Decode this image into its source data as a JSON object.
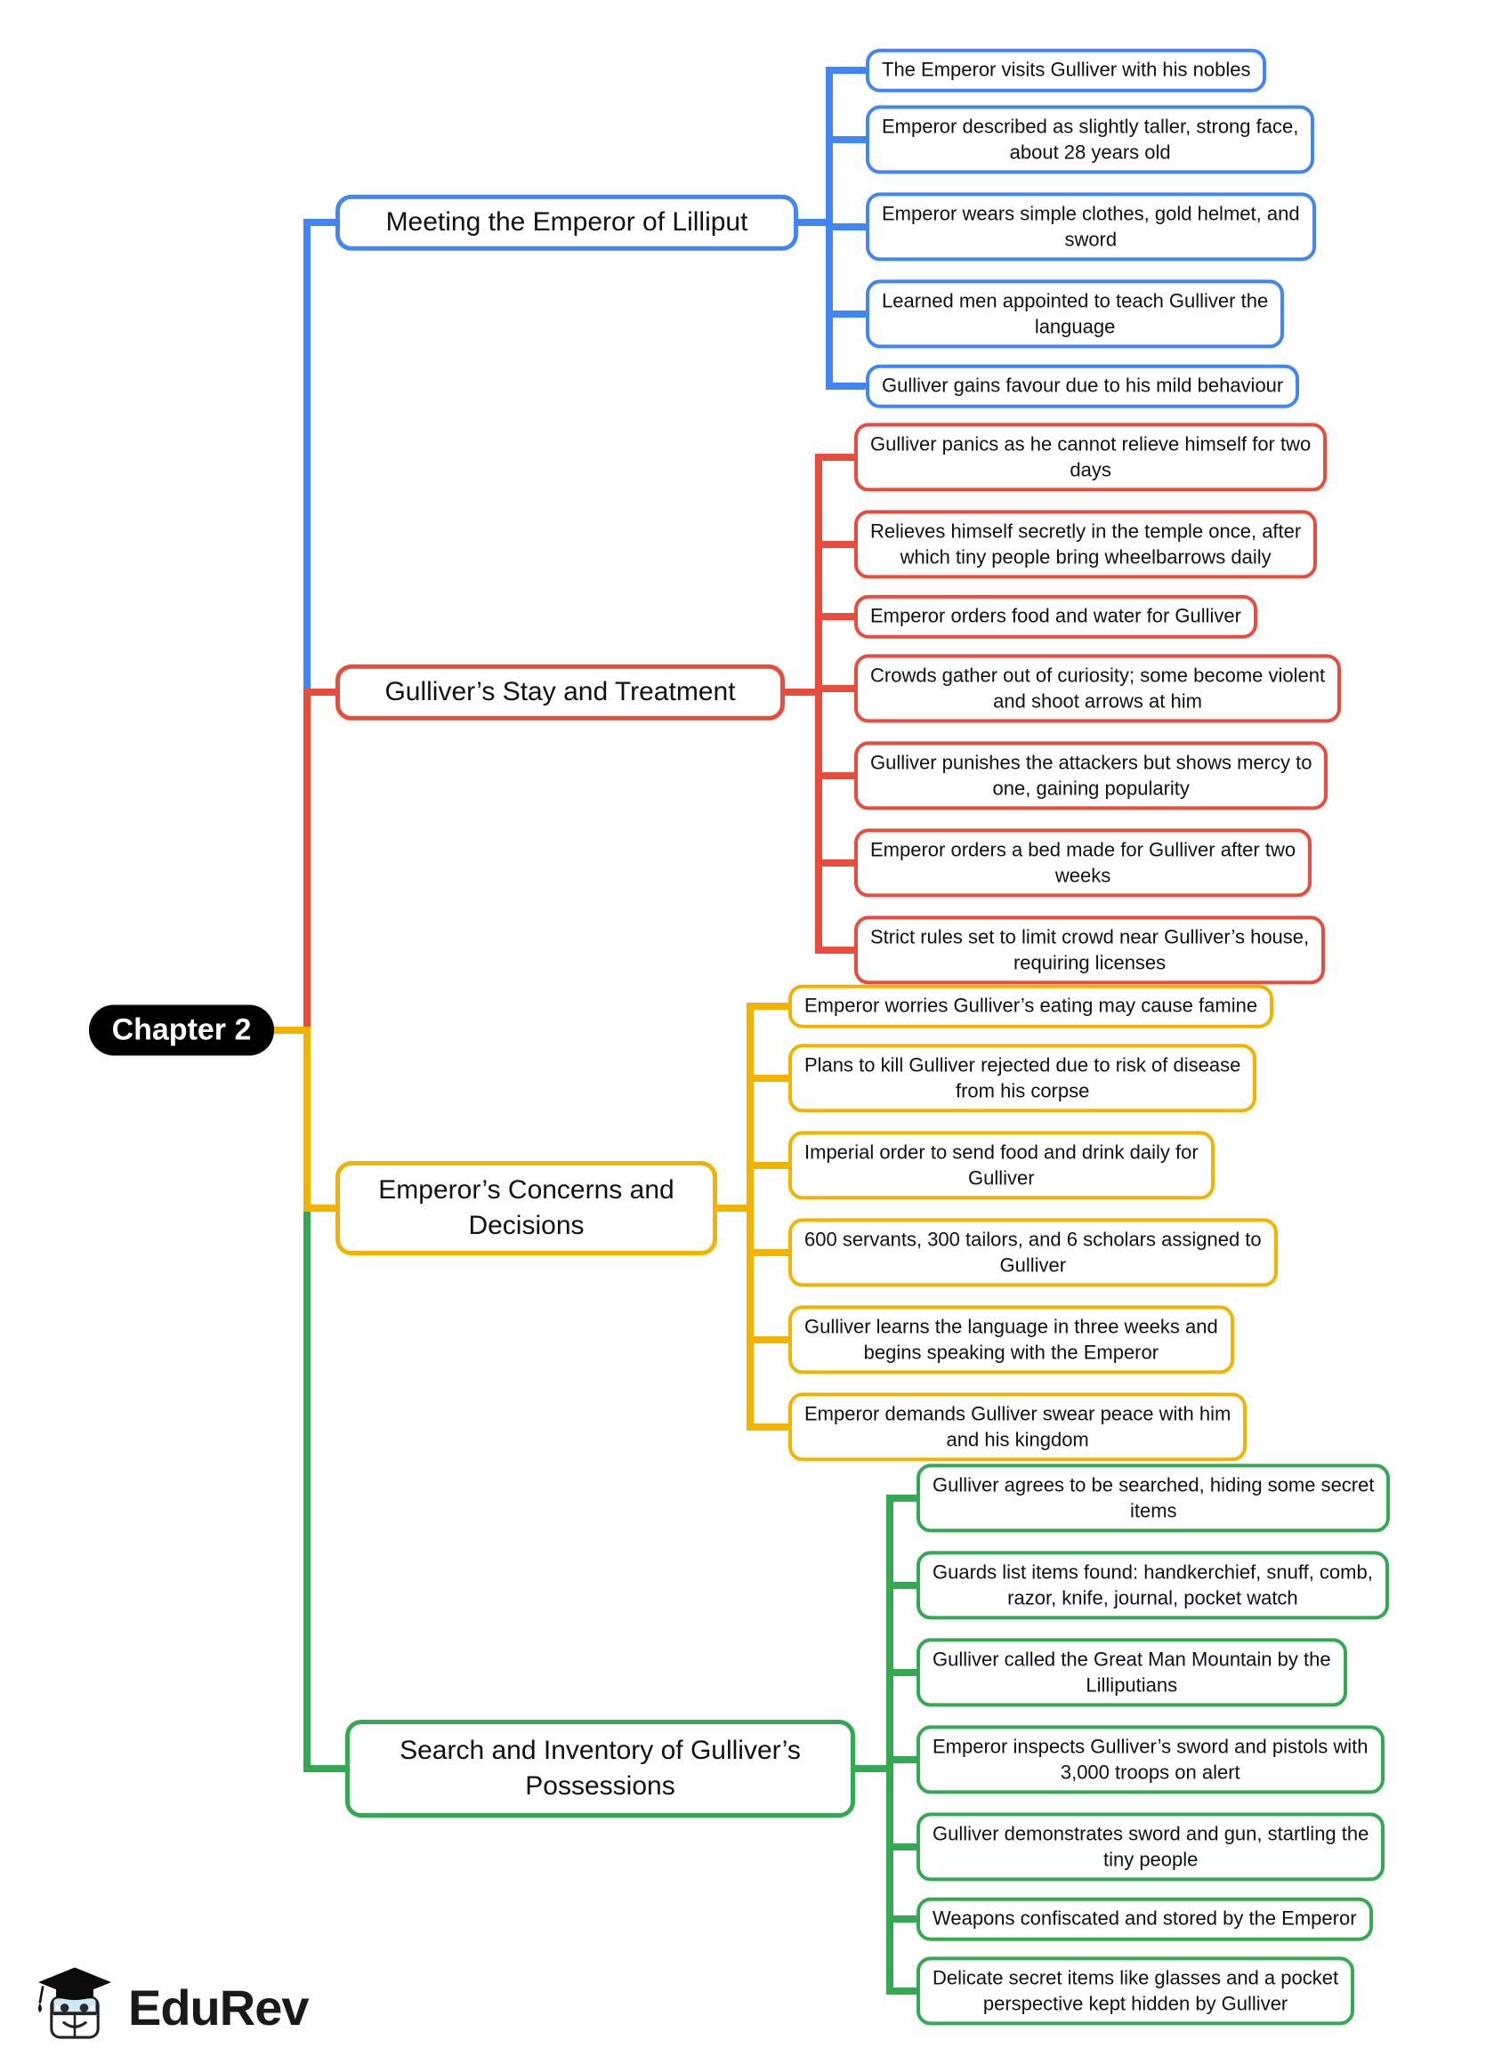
{
  "root": {
    "label": "Chapter 2"
  },
  "colors": {
    "blue": "#4285F4",
    "red": "#E74C3C",
    "yellow": "#F2B200",
    "green": "#34A853",
    "root_bg": "#000000",
    "root_text": "#FFFFFF"
  },
  "branches": [
    {
      "id": "meeting-the-emperor-of-lilliput",
      "color_key": "blue",
      "color_hex": "#4285F4",
      "label": "Meeting the Emperor of Lilliput",
      "leaves": [
        {
          "text": "The Emperor visits Gulliver with his nobles"
        },
        {
          "text": "Emperor described as slightly taller, strong face,\nabout 28 years old"
        },
        {
          "text": "Emperor wears simple clothes, gold helmet, and\nsword"
        },
        {
          "text": "Learned men appointed to teach Gulliver the\nlanguage"
        },
        {
          "text": "Gulliver gains favour due to his mild behaviour"
        }
      ]
    },
    {
      "id": "gullivers-stay-and-treatment",
      "color_key": "red",
      "color_hex": "#E74C3C",
      "label": "Gulliver’s Stay and Treatment",
      "leaves": [
        {
          "text": "Gulliver panics as he cannot relieve himself for two\ndays"
        },
        {
          "text": "Relieves himself secretly in the temple once, after\nwhich tiny people bring wheelbarrows daily"
        },
        {
          "text": "Emperor orders food and water for Gulliver"
        },
        {
          "text": "Crowds gather out of curiosity; some become violent\nand shoot arrows at him"
        },
        {
          "text": "Gulliver punishes the attackers but shows mercy to\none, gaining popularity"
        },
        {
          "text": "Emperor orders a bed made for Gulliver after two\nweeks"
        },
        {
          "text": "Strict rules set to limit crowd near Gulliver’s house,\nrequiring licenses"
        }
      ]
    },
    {
      "id": "emperors-concerns-and-decisions",
      "color_key": "yellow",
      "color_hex": "#F2B200",
      "label": "Emperor’s Concerns and\nDecisions",
      "leaves": [
        {
          "text": "Emperor worries Gulliver’s eating may cause famine"
        },
        {
          "text": "Plans to kill Gulliver rejected due to risk of disease\nfrom his corpse"
        },
        {
          "text": "Imperial order to send food and drink daily for\nGulliver"
        },
        {
          "text": "600 servants, 300 tailors, and 6 scholars assigned to\nGulliver"
        },
        {
          "text": "Gulliver learns the language in three weeks and\nbegins speaking with the Emperor"
        },
        {
          "text": "Emperor demands Gulliver swear peace with him\nand his kingdom"
        }
      ]
    },
    {
      "id": "search-and-inventory-of-gullivers-possessions",
      "color_key": "green",
      "color_hex": "#34A853",
      "label": "Search and Inventory of Gulliver’s\nPossessions",
      "leaves": [
        {
          "text": "Gulliver agrees to be searched, hiding some secret\nitems"
        },
        {
          "text": "Guards list items found: handkerchief, snuff, comb,\nrazor, knife, journal, pocket watch"
        },
        {
          "text": "Gulliver called the Great Man Mountain by the\nLilliputians"
        },
        {
          "text": "Emperor inspects Gulliver’s sword and pistols with\n3,000 troops on alert"
        },
        {
          "text": "Gulliver demonstrates sword and gun, startling the\ntiny people"
        },
        {
          "text": "Weapons confiscated and stored by the Emperor"
        },
        {
          "text": "Delicate secret items like glasses and a pocket\nperspective kept hidden by Gulliver"
        }
      ]
    }
  ],
  "logo": {
    "text": "EduRev",
    "mascot_icon": "edurev-books-graduate-mascot"
  }
}
